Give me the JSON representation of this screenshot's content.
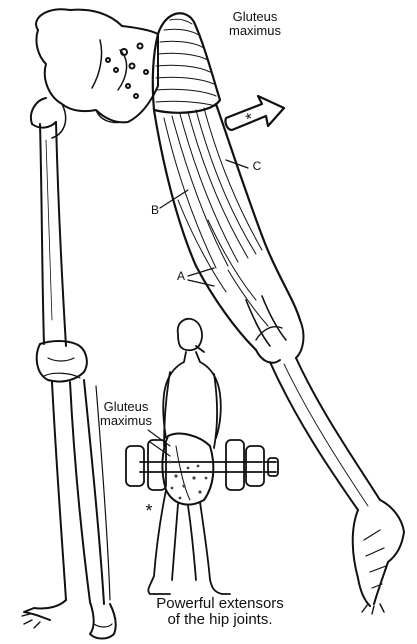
{
  "labels": {
    "gluteus_top_line1": "Gluteus",
    "gluteus_top_line2": "maximus",
    "gluteus_bottom_line1": "Gluteus",
    "gluteus_bottom_line2": "maximus",
    "letter_a": "A",
    "letter_b": "B",
    "letter_c": "C",
    "arrow_symbol": "*",
    "figure_symbol": "*"
  },
  "caption": {
    "line1": "Powerful extensors",
    "line2": "of the hip joints."
  },
  "colors": {
    "ink": "#111111",
    "paper": "#ffffff",
    "stipple": "#444444"
  }
}
